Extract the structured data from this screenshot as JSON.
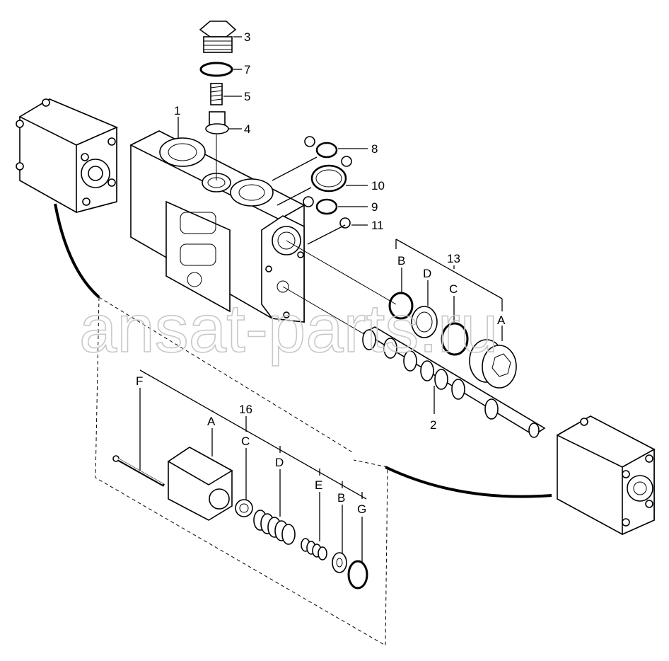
{
  "watermark": "ansat-parts.ru",
  "labels": {
    "l1": "1",
    "l2": "2",
    "l3": "3",
    "l4": "4",
    "l5": "5",
    "l7": "7",
    "l8": "8",
    "l9": "9",
    "l10": "10",
    "l11": "11",
    "l13": "13",
    "l16": "16",
    "kitA_B": "B",
    "kitA_D": "D",
    "kitA_C": "C",
    "kitA_A": "A",
    "kitB_F": "F",
    "kitB_A": "A",
    "kitB_C": "C",
    "kitB_D": "D",
    "kitB_E": "E",
    "kitB_B": "B",
    "kitB_G": "G"
  }
}
